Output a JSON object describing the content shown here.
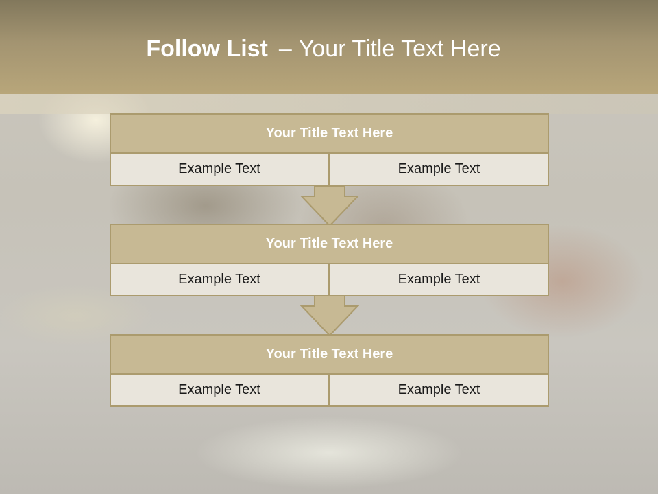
{
  "slide": {
    "title_strong": "Follow List",
    "title_dash": "–",
    "title_rest": "Your Title Text Here"
  },
  "steps": [
    {
      "title": "Your Title Text Here",
      "left": "Example Text",
      "right": "Example Text"
    },
    {
      "title": "Your Title Text Here",
      "left": "Example Text",
      "right": "Example Text"
    },
    {
      "title": "Your Title Text Here",
      "left": "Example Text",
      "right": "Example Text"
    }
  ],
  "colors": {
    "header": "#a39471",
    "box_title_fill": "#c7b994",
    "box_border": "#ab9b6e",
    "cell_fill": "#e9e5dc",
    "arrow_fill": "#c7b994"
  },
  "icons": {
    "connector": "down-arrow-icon"
  }
}
